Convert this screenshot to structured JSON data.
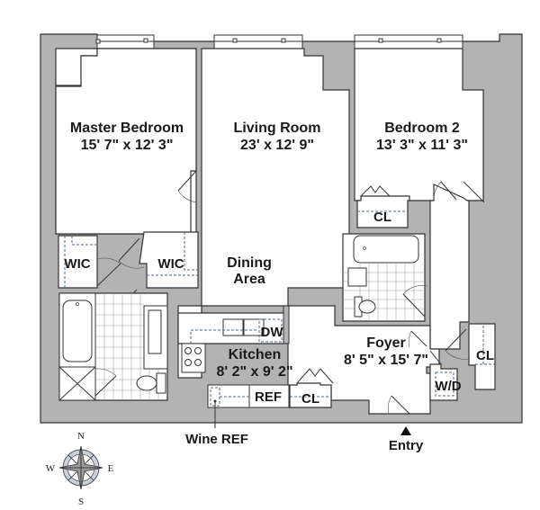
{
  "floorplan": {
    "rooms": {
      "master_bedroom": {
        "name": "Master Bedroom",
        "size": "15' 7\" x 12' 3\""
      },
      "living_room": {
        "name": "Living Room",
        "size": "23' x 12' 9\""
      },
      "bedroom2": {
        "name": "Bedroom 2",
        "size": "13' 3\" x 11' 3\""
      },
      "dining": {
        "name_line1": "Dining",
        "name_line2": "Area"
      },
      "kitchen": {
        "name": "Kitchen",
        "size": "8' 2\" x 9' 2\""
      },
      "foyer": {
        "name": "Foyer",
        "size": "8' 5\" x 15' 7\""
      }
    },
    "labels": {
      "wic_left": "WIC",
      "wic_right": "WIC",
      "cl_bedroom2": "CL",
      "cl_kitchen": "CL",
      "cl_foyer": "CL",
      "dw": "DW",
      "ref": "REF",
      "wd": "W/D",
      "wine_ref": "Wine REF",
      "entry": "Entry"
    },
    "compass": {
      "n": "N",
      "s": "S",
      "e": "E",
      "w": "W"
    }
  }
}
